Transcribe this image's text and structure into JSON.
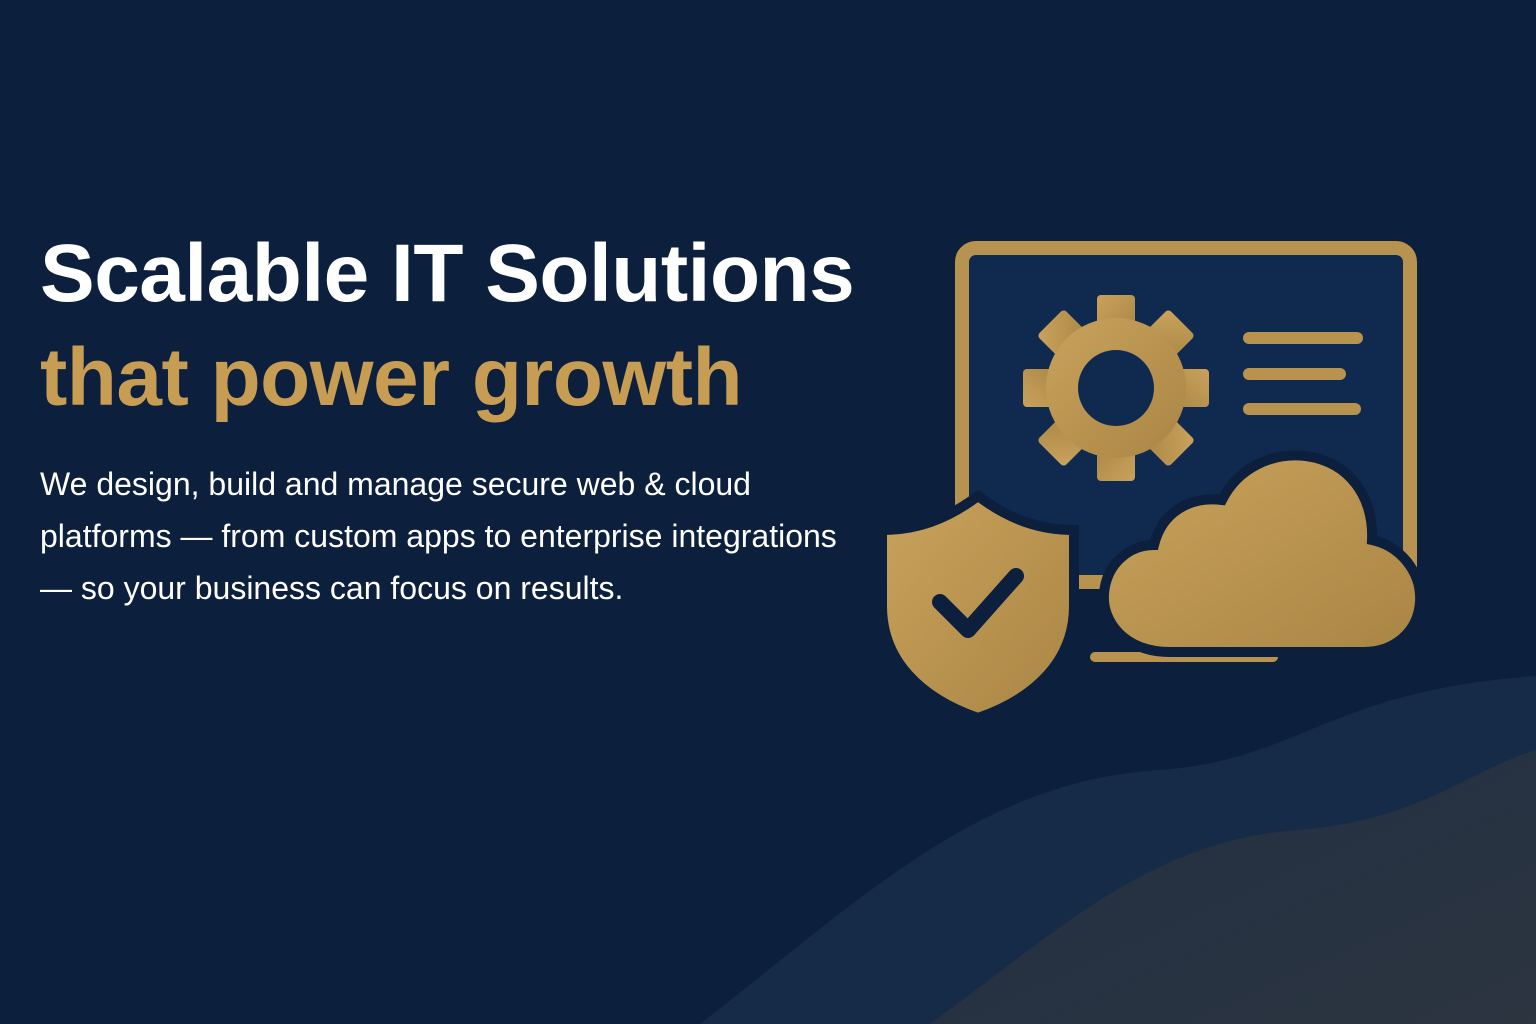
{
  "hero": {
    "headline_line_1": "Scalable IT Solutions",
    "headline_line_2": "that power growth",
    "description": "We design, build and manage secure web & cloud platforms — from custom apps to enterprise integrations — so your business can focus on results."
  },
  "colors": {
    "background": "#0c1f3d",
    "accent_gold": "#c79d54",
    "headline_white": "#ffffff",
    "screen_fill": "#102a4f"
  },
  "icons": [
    "monitor-icon",
    "gear-icon",
    "text-lines-icon",
    "shield-check-icon",
    "cloud-icon"
  ]
}
